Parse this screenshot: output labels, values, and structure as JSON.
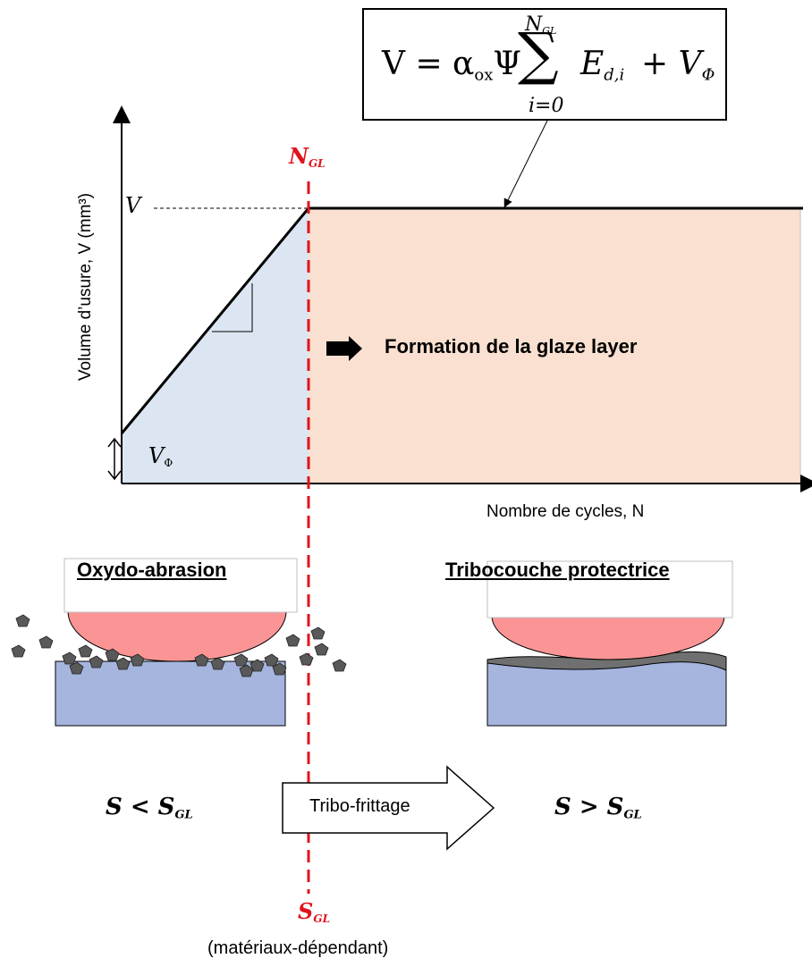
{
  "formula": {
    "lhs": "V = α",
    "lhs_sub": "ox",
    "psi": "Ψ",
    "sum_upper": "N",
    "sum_upper_sub": "GL",
    "sum_lower": "i=0",
    "sigma": "∑",
    "term": "E",
    "term_sub": "d,i",
    "plus": "+ V",
    "plus_sub": "Φ"
  },
  "graph": {
    "y_axis_label": "Volume d’usure, V (mm³)",
    "x_axis_label": "Nombre de cycles, N",
    "v_label": "V",
    "v_phi_label": "V",
    "v_phi_sub": "Φ",
    "ngl_label": "N",
    "ngl_sub": "GL",
    "formation_label": "Formation de la glaze layer",
    "colors": {
      "left_fill": "#dce6f2",
      "right_fill": "#f9e0d0",
      "dashed_line": "#e0141c"
    }
  },
  "bottom": {
    "left_title": "Oxydo-abrasion",
    "right_title": "Tribocouche protectrice",
    "left_condition": "S < S",
    "left_condition_sub": "GL",
    "right_condition": "S > S",
    "right_condition_sub": "GL",
    "arrow_label": "Tribo-frittage",
    "sgl_label": "S",
    "sgl_sub": "GL",
    "dependence_label": "(matériaux-dépendant)",
    "colors": {
      "ball": "#fb9595",
      "substrate": "#a6b5de",
      "debris": "#595959",
      "layer": "#707070"
    }
  }
}
